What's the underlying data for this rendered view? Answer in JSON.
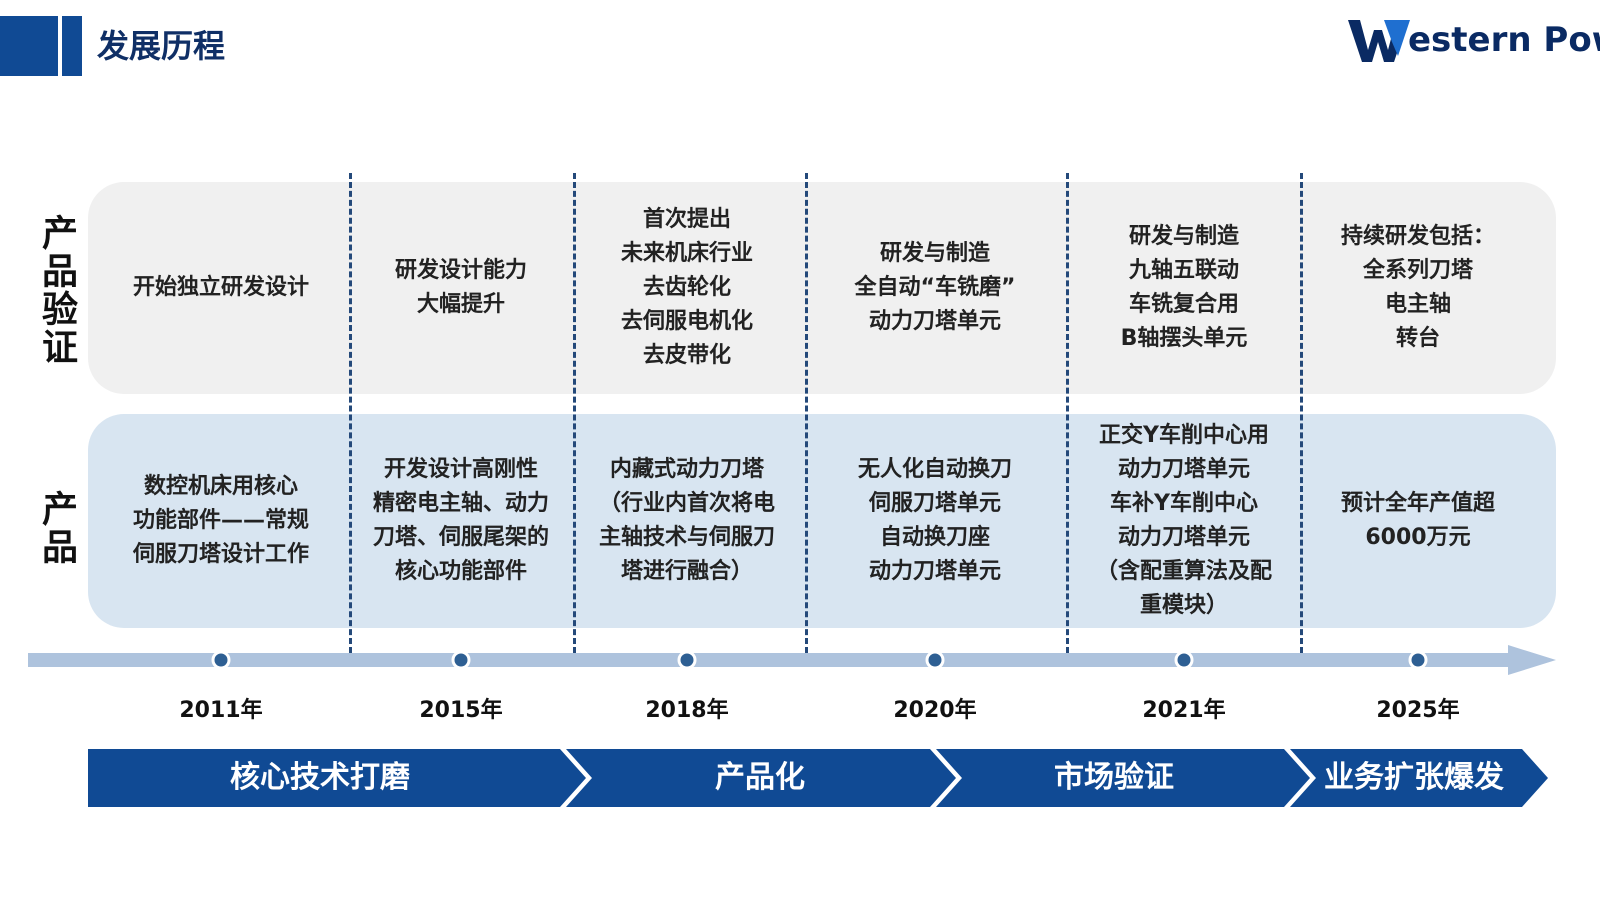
{
  "header": {
    "title": "发展历程",
    "logo_text": "estern Power"
  },
  "rows": {
    "validation_label": "产品验证",
    "product_label": "产品"
  },
  "years": [
    "2011年",
    "2015年",
    "2018年",
    "2020年",
    "2021年",
    "2025年"
  ],
  "validation": [
    [
      "开始独立研发设计"
    ],
    [
      "研发设计能力",
      "大幅提升"
    ],
    [
      "首次提出",
      "未来机床行业",
      "去齿轮化",
      "去伺服电机化",
      "去皮带化"
    ],
    [
      "研发与制造",
      "全自动“车铣磨”",
      "动力刀塔单元"
    ],
    [
      "研发与制造",
      "九轴五联动",
      "车铣复合用",
      "B轴摆头单元"
    ],
    [
      "持续研发包括：",
      "全系列刀塔",
      "电主轴",
      "转台"
    ]
  ],
  "products": [
    [
      "数控机床用核心",
      "功能部件——常规",
      "伺服刀塔设计工作"
    ],
    [
      "开发设计高刚性",
      "精密电主轴、动力",
      "刀塔、伺服尾架的",
      "核心功能部件"
    ],
    [
      "内藏式动力刀塔",
      "（行业内首次将电",
      "主轴技术与伺服刀",
      "塔进行融合）"
    ],
    [
      "无人化自动换刀",
      "伺服刀塔单元",
      "自动换刀座",
      "动力刀塔单元"
    ],
    [
      "正交Y车削中心用",
      "动力刀塔单元",
      "车补Y车削中心",
      "动力刀塔单元",
      "（含配重算法及配",
      "重模块）"
    ],
    [
      "预计全年产值超",
      "6000万元"
    ]
  ],
  "phases": [
    "核心技术打磨",
    "产品化",
    "市场验证",
    "业务扩张爆发"
  ],
  "colors": {
    "brand_dark": "#104a94",
    "timeline": "#aec3dd",
    "dot": "#2e5f93",
    "validation_band": "#f0f0f0",
    "product_band": "#d8e5f1"
  }
}
